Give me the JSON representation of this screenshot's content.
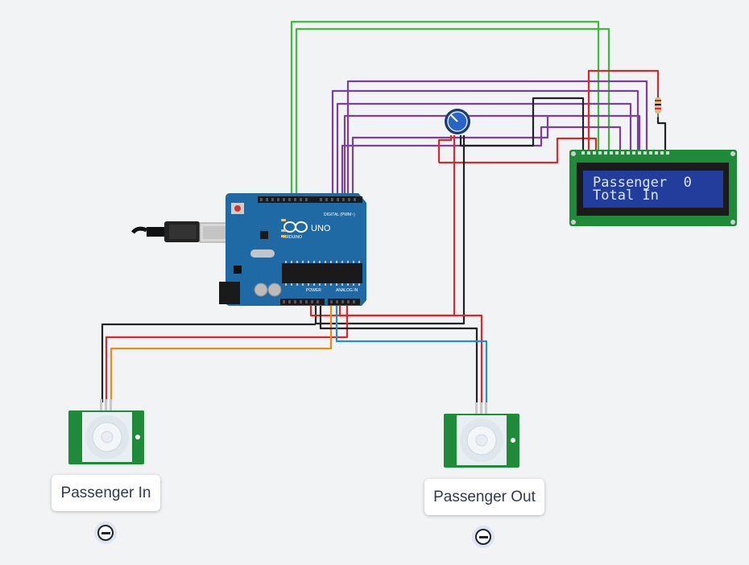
{
  "lcd": {
    "line1": "Passenger  0",
    "line2": "Total In"
  },
  "sensor_in": {
    "label": "Passenger In"
  },
  "sensor_out": {
    "label": "Passenger Out"
  },
  "arduino": {
    "model": "UNO",
    "brand": "ARDUINO",
    "digital_label": "DIGITAL (PWM~)",
    "power_label": "POWER",
    "analog_label": "ANALOG IN"
  },
  "colors": {
    "background": "#f2f3f5",
    "board_blue": "#1f6aa5",
    "sensor_green": "#1e8a3a",
    "lcd_screen": "#233d9c",
    "wire_red": "#e0262b",
    "wire_black": "#222222",
    "wire_green": "#3dbb3d",
    "wire_purple": "#7b3fa0",
    "wire_orange": "#ee8a12",
    "wire_blue": "#1f8fd6"
  }
}
